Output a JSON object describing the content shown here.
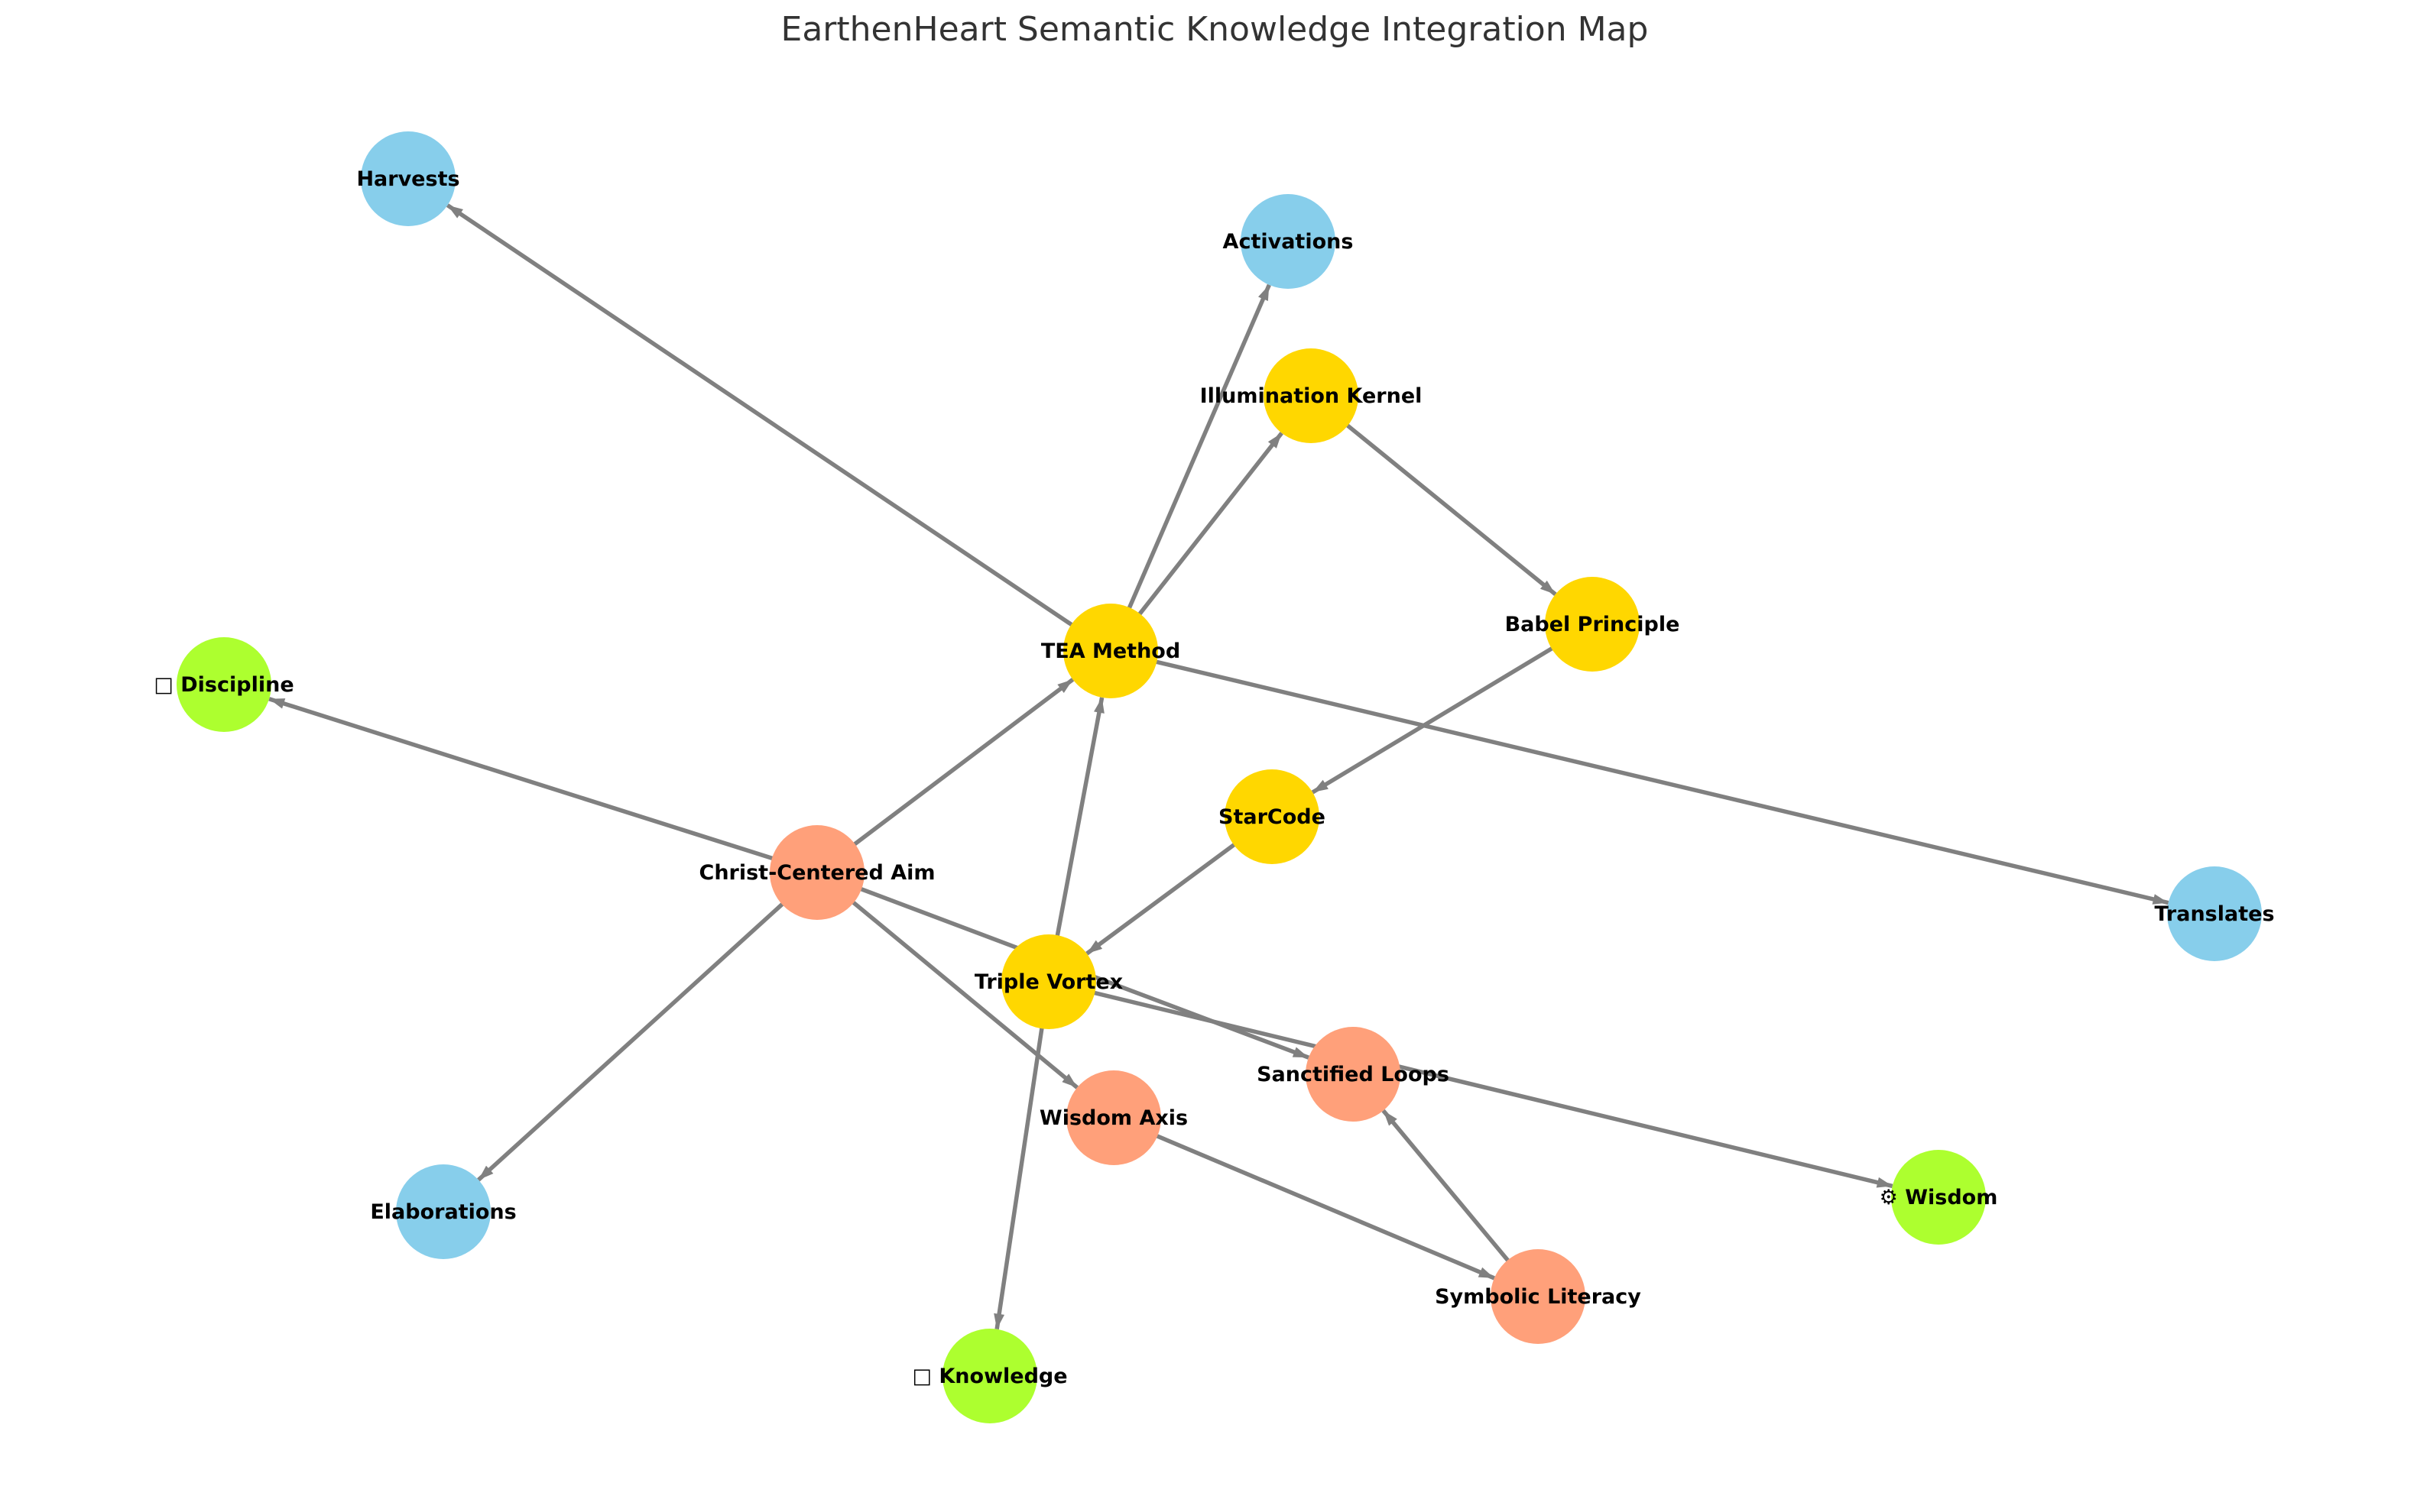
{
  "title": "EarthenHeart Semantic Knowledge Integration Map",
  "node_colors": {
    "core": "#FFD700",
    "principle": "#FFA07A",
    "action": "#87CEEB",
    "outcome": "#ADFF2F"
  },
  "edge_color": "#808080",
  "nodes": [
    {
      "id": "harvests",
      "label": "Harvests",
      "group": "action"
    },
    {
      "id": "activations",
      "label": "Activations",
      "group": "action"
    },
    {
      "id": "illumination-kernel",
      "label": "Illumination Kernel",
      "group": "core"
    },
    {
      "id": "babel-principle",
      "label": "Babel Principle",
      "group": "core"
    },
    {
      "id": "tea-method",
      "label": "TEA Method",
      "group": "core"
    },
    {
      "id": "discipline",
      "label": "Discipline",
      "icon": "missing-glyph-icon",
      "group": "outcome"
    },
    {
      "id": "starcode",
      "label": "StarCode",
      "group": "core"
    },
    {
      "id": "christ-centered-aim",
      "label": "Christ-Centered Aim",
      "group": "principle"
    },
    {
      "id": "translates",
      "label": "Translates",
      "group": "action"
    },
    {
      "id": "triple-vortex",
      "label": "Triple Vortex",
      "group": "core"
    },
    {
      "id": "sanctified-loops",
      "label": "Sanctified Loops",
      "group": "principle"
    },
    {
      "id": "wisdom-axis",
      "label": "Wisdom Axis",
      "group": "principle"
    },
    {
      "id": "wisdom",
      "label": "Wisdom",
      "icon": "gear-icon",
      "group": "outcome"
    },
    {
      "id": "elaborations",
      "label": "Elaborations",
      "group": "action"
    },
    {
      "id": "symbolic-literacy",
      "label": "Symbolic Literacy",
      "group": "principle"
    },
    {
      "id": "knowledge",
      "label": "Knowledge",
      "icon": "missing-glyph-icon",
      "group": "outcome"
    }
  ],
  "edges": [
    {
      "source": "tea-method",
      "target": "harvests"
    },
    {
      "source": "tea-method",
      "target": "activations"
    },
    {
      "source": "tea-method",
      "target": "illumination-kernel"
    },
    {
      "source": "tea-method",
      "target": "translates"
    },
    {
      "source": "illumination-kernel",
      "target": "babel-principle"
    },
    {
      "source": "babel-principle",
      "target": "starcode"
    },
    {
      "source": "starcode",
      "target": "triple-vortex"
    },
    {
      "source": "christ-centered-aim",
      "target": "tea-method"
    },
    {
      "source": "christ-centered-aim",
      "target": "discipline"
    },
    {
      "source": "christ-centered-aim",
      "target": "elaborations"
    },
    {
      "source": "christ-centered-aim",
      "target": "wisdom-axis"
    },
    {
      "source": "christ-centered-aim",
      "target": "sanctified-loops"
    },
    {
      "source": "triple-vortex",
      "target": "tea-method"
    },
    {
      "source": "triple-vortex",
      "target": "knowledge"
    },
    {
      "source": "triple-vortex",
      "target": "wisdom"
    },
    {
      "source": "wisdom-axis",
      "target": "symbolic-literacy"
    },
    {
      "source": "symbolic-literacy",
      "target": "sanctified-loops"
    }
  ]
}
